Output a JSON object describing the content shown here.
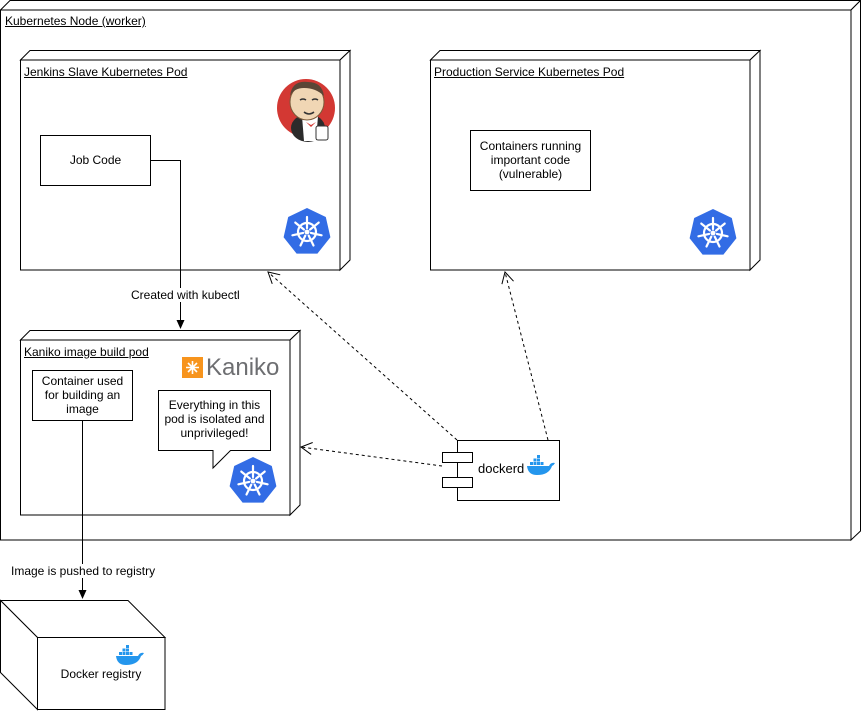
{
  "node": {
    "title": "Kubernetes Node (worker)"
  },
  "jenkins_pod": {
    "title": "Jenkins Slave Kubernetes Pod",
    "job_code": "Job Code"
  },
  "prod_pod": {
    "title": "Production Service Kubernetes Pod",
    "containers": "Containers running important code (vulnerable)"
  },
  "kaniko_pod": {
    "title": "Kaniko image build pod",
    "logo_text": "Kaniko",
    "container": "Container used for building an image",
    "callout": "Everything in this pod is isolated and unprivileged!"
  },
  "labels": {
    "created": "Created with kubectl",
    "pushed": "Image is pushed to registry"
  },
  "dockerd": {
    "label": "dockerd"
  },
  "registry": {
    "label": "Docker registry"
  },
  "colors": {
    "k8s_blue": "#326CE5",
    "kaniko_orange": "#F7941D",
    "docker_blue": "#2496ED",
    "jenkins_red": "#D33833"
  },
  "icons": [
    "kubernetes-icon",
    "jenkins-icon",
    "kaniko-logo",
    "docker-whale-icon"
  ]
}
